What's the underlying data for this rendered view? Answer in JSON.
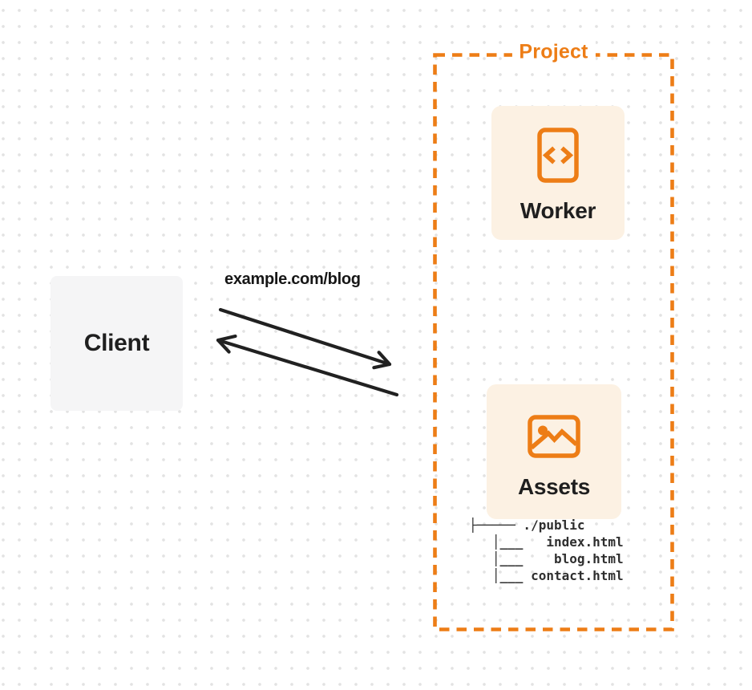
{
  "client": {
    "label": "Client"
  },
  "request": {
    "url_label": "example.com/blog"
  },
  "project": {
    "title": "Project",
    "worker": {
      "label": "Worker",
      "icon": "code-file-icon"
    },
    "assets": {
      "label": "Assets",
      "icon": "image-icon"
    },
    "file_tree": {
      "lines": [
        "├───── ./public",
        "   │___   index.html",
        "   │___    blog.html",
        "   │___ contact.html"
      ]
    }
  },
  "colors": {
    "accent": "#ED7D16",
    "card_background": "#FCF1E3",
    "client_background": "#F5F5F6",
    "arrow": "#212121",
    "text_dark": "#1F1F1F"
  }
}
